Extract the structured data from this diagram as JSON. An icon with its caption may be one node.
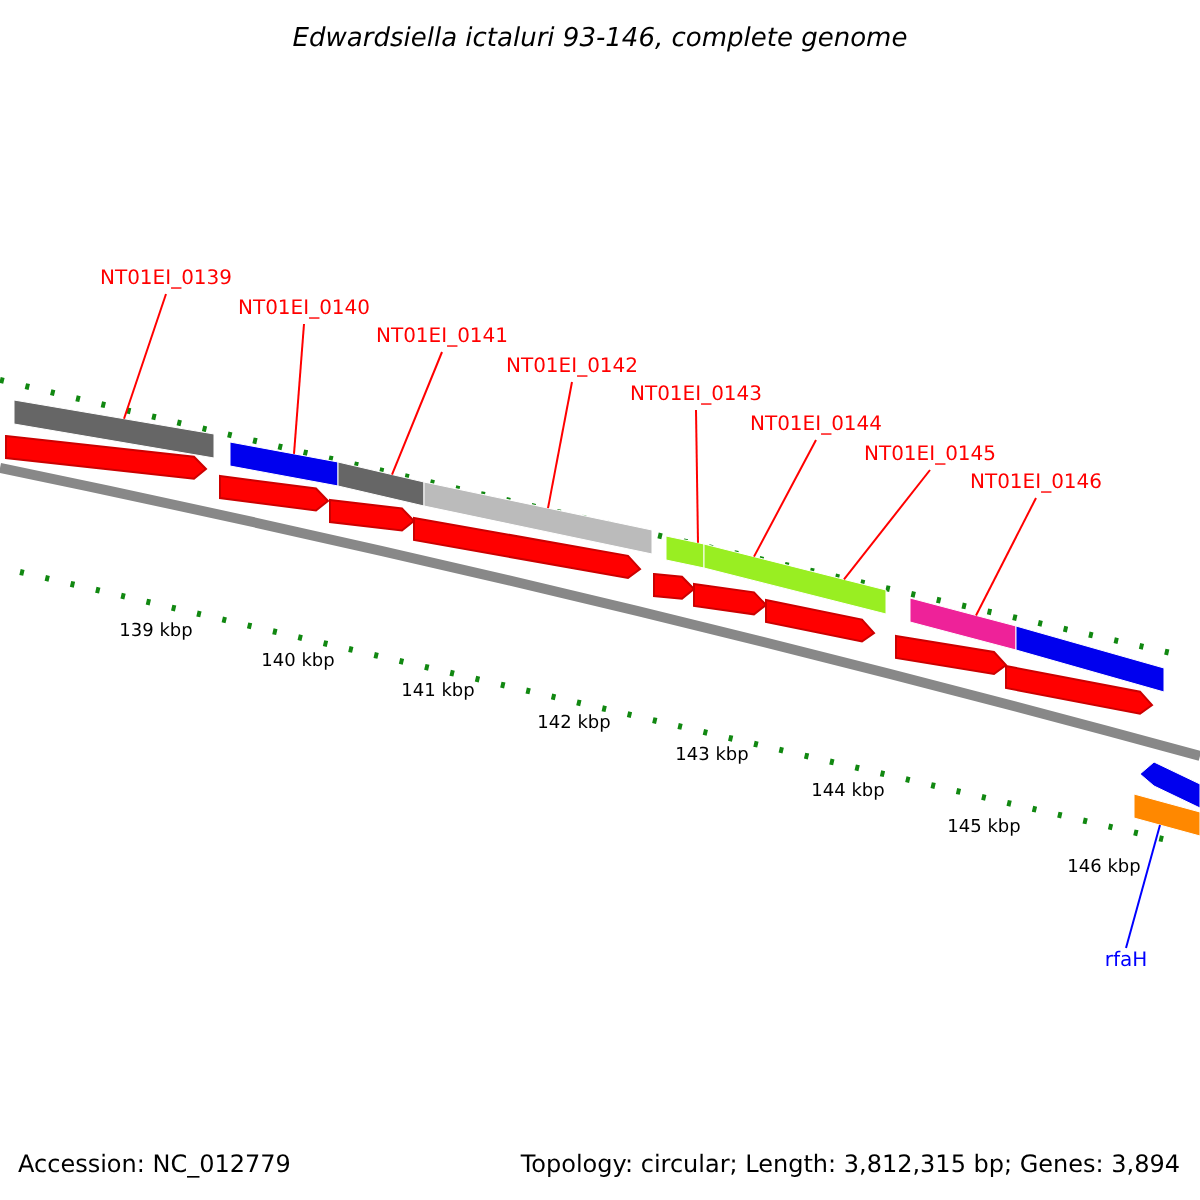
{
  "diagram": {
    "title": "Edwardsiella ictaluri 93-146, complete genome",
    "nodes": [
      {
        "text": [
          "NT01EI_0139"
        ]
      },
      {
        "text": [
          "NT01EI_0140"
        ]
      },
      {
        "text": [
          "NT01EI_0141"
        ]
      },
      {
        "text": [
          "NT01EI_0142"
        ]
      },
      {
        "text": [
          "NT01EI_0143"
        ]
      },
      {
        "text": [
          "NT01EI_0144"
        ]
      },
      {
        "text": [
          "NT01EI_0145"
        ]
      },
      {
        "text": [
          "NT01EI_0146"
        ]
      },
      {
        "text": [
          "rfaH"
        ]
      },
      {
        "text": [],
        "shape": "bar"
      },
      {
        "text": [],
        "shape": "bar"
      },
      {
        "text": [],
        "shape": "bar"
      },
      {
        "text": [],
        "shape": "bar"
      },
      {
        "text": [],
        "shape": "bar"
      },
      {
        "text": [],
        "shape": "bar"
      },
      {
        "text": [],
        "shape": "bar"
      },
      {
        "text": [],
        "shape": "bar"
      },
      {
        "text": [],
        "shape": "bar"
      },
      {
        "text": [],
        "shape": "bar"
      },
      {
        "text": [],
        "shape": "arrow"
      },
      {
        "text": [],
        "shape": "arrow"
      },
      {
        "text": [],
        "shape": "arrow"
      },
      {
        "text": [],
        "shape": "arrow"
      },
      {
        "text": [],
        "shape": "arrow"
      },
      {
        "text": [],
        "shape": "arrow"
      },
      {
        "text": [],
        "shape": "arrow"
      },
      {
        "text": [],
        "shape": "arrow"
      },
      {
        "text": [],
        "shape": "arrow"
      }
    ],
    "edges": [
      {
        "from": 0,
        "to": 9,
        "arrow": "none"
      },
      {
        "from": 1,
        "to": 10,
        "arrow": "none"
      },
      {
        "from": 2,
        "to": 11,
        "arrow": "none"
      },
      {
        "from": 3,
        "to": 12,
        "arrow": "none"
      },
      {
        "from": 4,
        "to": 13,
        "arrow": "none"
      },
      {
        "from": 5,
        "to": 14,
        "arrow": "none"
      },
      {
        "from": 6,
        "to": 14,
        "arrow": "none"
      },
      {
        "from": 7,
        "to": 15,
        "arrow": "none"
      },
      {
        "from": 8,
        "to": 18,
        "arrow": "none",
        "color": "#0000ff"
      }
    ],
    "labels": [
      "139 kbp",
      "140 kbp",
      "141 kbp",
      "142 kbp",
      "143 kbp",
      "144 kbp",
      "145 kbp",
      "146 kbp",
      "Accession: NC_012779",
      "Topology: circular; Length: 3,812,315 bp; Genes: 3,894"
    ]
  }
}
